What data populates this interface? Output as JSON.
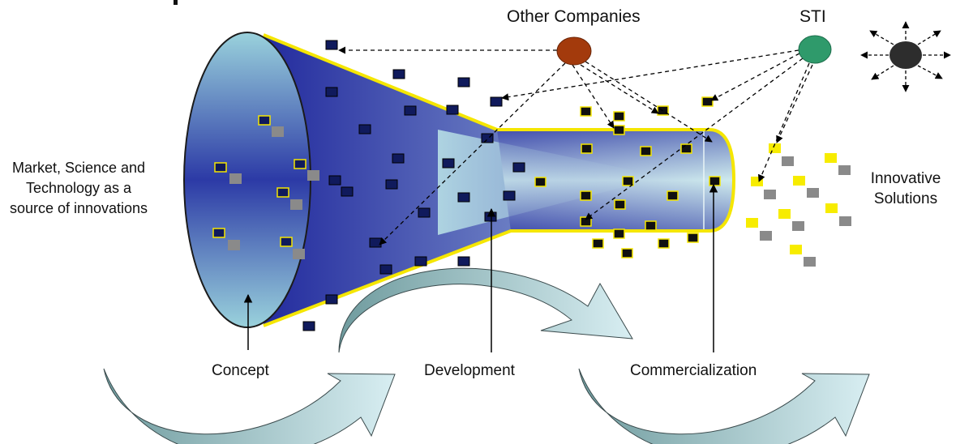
{
  "colors": {
    "funnel_dark": "#232b9e",
    "funnel_light": "#b3dde3",
    "rim_yellow": "#f5e600",
    "square_navy": "#101a5c",
    "square_yellow": "#f7ec00",
    "square_gray": "#8a8a8a",
    "other_companies_node": "#a33a0c",
    "sti_node": "#2f9a6b",
    "sun_node": "#2d2d2d",
    "cycle_arrow_dark": "#6f9b9e",
    "cycle_arrow_light": "#cde6ea"
  },
  "labels": {
    "other_companies": "Other Companies",
    "sti": "STI",
    "source": "Market, Science and Technology as a source of innovations",
    "innovative_solutions": "Innovative Solutions",
    "concept": "Concept",
    "development": "Development",
    "commercialization": "Commercialization"
  }
}
